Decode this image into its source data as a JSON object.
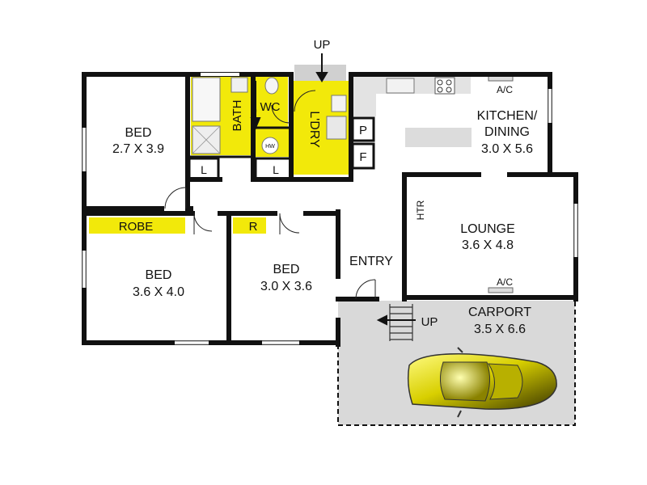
{
  "rooms": {
    "bed1": {
      "name": "BED",
      "size": "2.7 X 3.9"
    },
    "bed2": {
      "name": "BED",
      "size": "3.6 X 4.0"
    },
    "bed3": {
      "name": "BED",
      "size": "3.0 X 3.6"
    },
    "kitchen": {
      "name1": "KITCHEN/",
      "name2": "DINING",
      "size": "3.0 X 5.6"
    },
    "lounge": {
      "name": "LOUNGE",
      "size": "3.6 X 4.8"
    },
    "carport": {
      "name": "CARPORT",
      "size": "3.5 X 6.6"
    },
    "entry": {
      "name": "ENTRY"
    },
    "bath": {
      "name": "BATH"
    },
    "wc": {
      "name": "WC"
    },
    "laundry": {
      "name": "L'DRY"
    }
  },
  "fixtures": {
    "robe": "ROBE",
    "r": "R",
    "linen1": "L",
    "linen2": "L",
    "pantry": "P",
    "fridge": "F",
    "heater": "HTR",
    "ac_kitchen": "A/C",
    "ac_lounge": "A/C",
    "hw": "HW"
  },
  "annotations": {
    "up_top": "UP",
    "up_carport": "UP"
  },
  "colors": {
    "wet_area": "#f2e90a",
    "carport_fill": "#d9d9d9",
    "wall": "#111111",
    "car": "#d8d000"
  }
}
